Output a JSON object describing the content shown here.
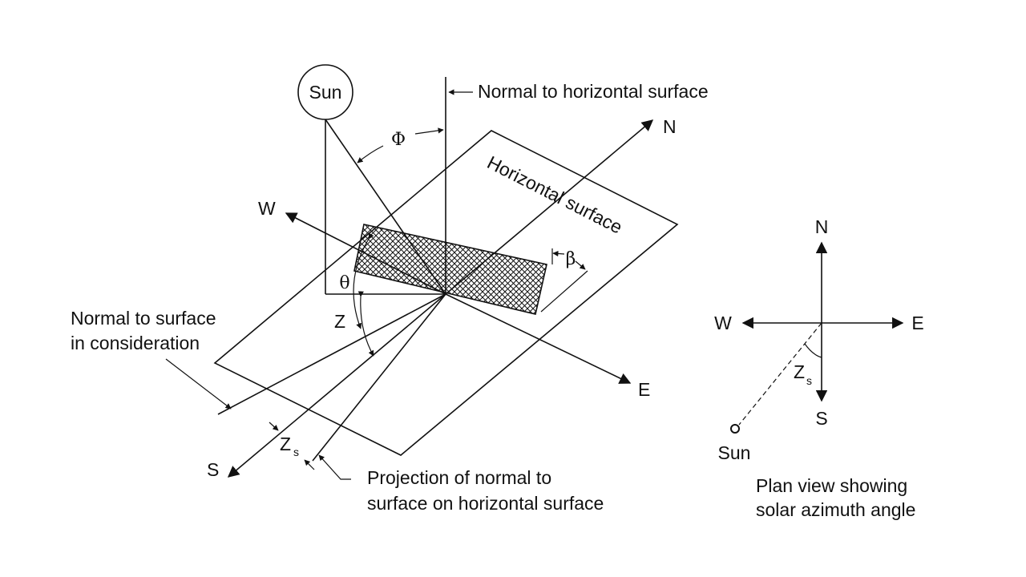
{
  "labels": {
    "sun_main": "Sun",
    "normal_horizontal": "Normal to horizontal surface",
    "horizontal_surface": "Horizontal surface",
    "phi": "Φ",
    "theta": "θ",
    "beta": "β",
    "z": "Z",
    "zs_main": "Z",
    "zs_main_sub": "s",
    "normal_surface_line1": "Normal to surface",
    "normal_surface_line2": "in consideration",
    "projection_line1": "Projection of normal to",
    "projection_line2": "surface on horizontal surface",
    "dir_n": "N",
    "dir_w": "W",
    "dir_e": "E",
    "dir_s": "S"
  },
  "plan_view": {
    "n": "N",
    "w": "W",
    "e": "E",
    "s": "S",
    "zs": "Z",
    "zs_sub": "s",
    "sun": "Sun",
    "caption_line1": "Plan view showing",
    "caption_line2": "solar azimuth angle"
  }
}
